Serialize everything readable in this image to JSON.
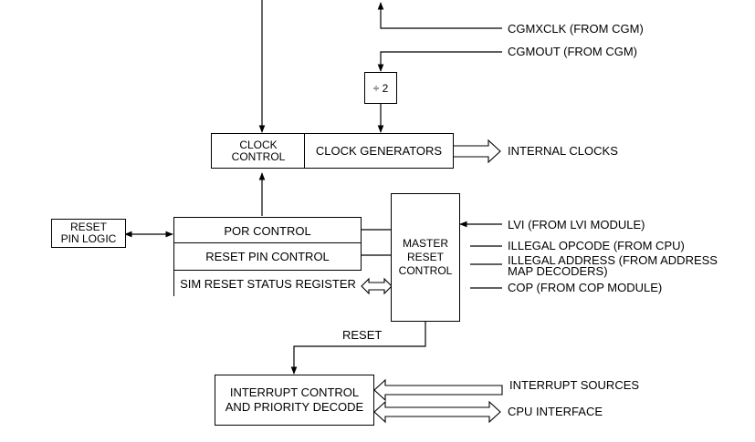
{
  "blocks": {
    "clock_control": [
      "CLOCK",
      "CONTROL"
    ],
    "clock_generators": "CLOCK GENERATORS",
    "divide": "÷ 2",
    "reset_pin_logic": [
      "RESET",
      "PIN LOGIC"
    ],
    "por_control": "POR CONTROL",
    "reset_pin_control": "RESET PIN CONTROL",
    "sim_reset_status": "SIM RESET STATUS REGISTER",
    "master_reset": [
      "MASTER",
      "RESET",
      "CONTROL"
    ],
    "interrupt": [
      "INTERRUPT CONTROL",
      "AND PRIORITY DECODE"
    ]
  },
  "signals": {
    "cgmxclk": "CGMXCLK (FROM CGM)",
    "cgmout": "CGMOUT (FROM CGM)",
    "internal_clocks": "INTERNAL CLOCKS",
    "lvi": "LVI (FROM LVI MODULE)",
    "illegal_opcode": "ILLEGAL OPCODE (FROM CPU)",
    "illegal_address": [
      "ILLEGAL ADDRESS (FROM ADDRESS",
      "MAP DECODERS)"
    ],
    "cop": "COP (FROM COP MODULE)",
    "reset": "RESET",
    "interrupt_sources": "INTERRUPT SOURCES",
    "cpu_interface": "CPU INTERFACE"
  }
}
